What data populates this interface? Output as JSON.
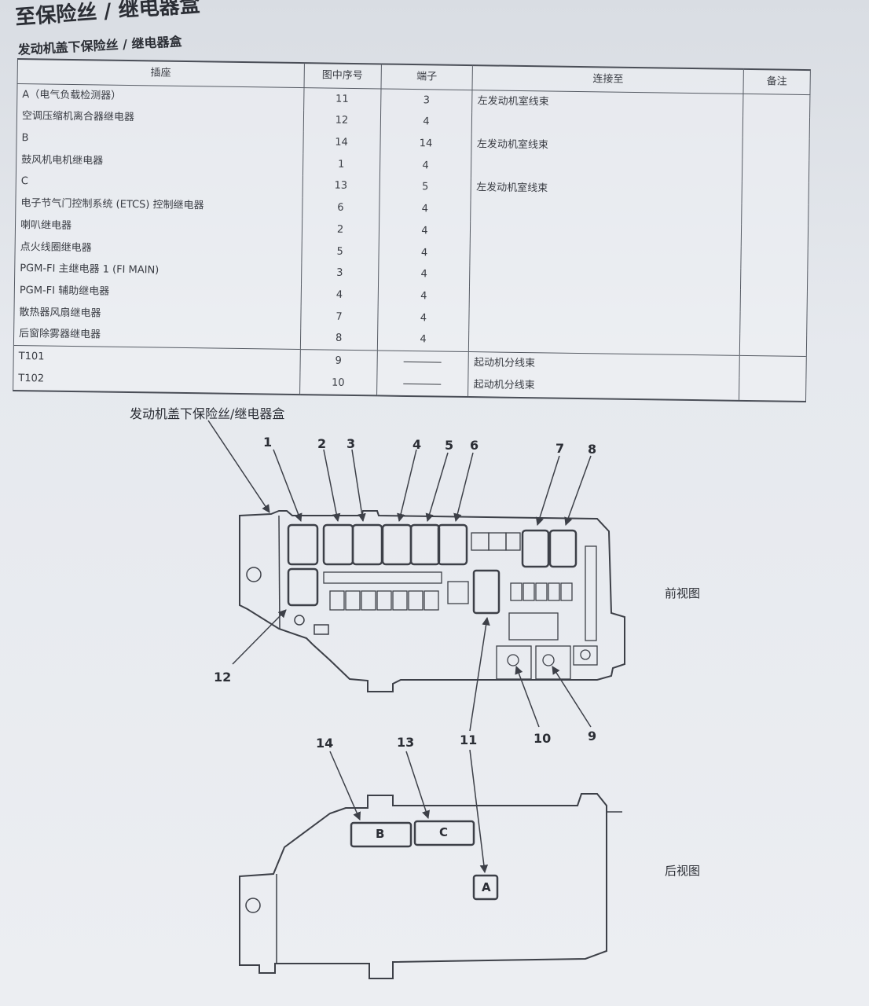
{
  "page": {
    "section_title": "至保险丝 / 继电器盒",
    "table_title": "发动机盖下保险丝 / 继电器盒"
  },
  "table": {
    "headers": {
      "connector": "插座",
      "index": "图中序号",
      "terminals": "端子",
      "connects_to": "连接至",
      "notes": "备注"
    },
    "rows": [
      {
        "connector": "A（电气负载检测器）",
        "index": "11",
        "terminals": "3",
        "connects_to": "左发动机室线束",
        "notes": ""
      },
      {
        "connector": "空调压缩机离合器继电器",
        "index": "12",
        "terminals": "4",
        "connects_to": "",
        "notes": ""
      },
      {
        "connector": "B",
        "index": "14",
        "terminals": "14",
        "connects_to": "左发动机室线束",
        "notes": ""
      },
      {
        "connector": "鼓风机电机继电器",
        "index": "1",
        "terminals": "4",
        "connects_to": "",
        "notes": ""
      },
      {
        "connector": "C",
        "index": "13",
        "terminals": "5",
        "connects_to": "左发动机室线束",
        "notes": ""
      },
      {
        "connector": "电子节气门控制系统 (ETCS) 控制继电器",
        "index": "6",
        "terminals": "4",
        "connects_to": "",
        "notes": ""
      },
      {
        "connector": "喇叭继电器",
        "index": "2",
        "terminals": "4",
        "connects_to": "",
        "notes": ""
      },
      {
        "connector": "点火线圈继电器",
        "index": "5",
        "terminals": "4",
        "connects_to": "",
        "notes": ""
      },
      {
        "connector": "PGM-FI 主继电器 1 (FI MAIN)",
        "index": "3",
        "terminals": "4",
        "connects_to": "",
        "notes": ""
      },
      {
        "connector": "PGM-FI 辅助继电器",
        "index": "4",
        "terminals": "4",
        "connects_to": "",
        "notes": ""
      },
      {
        "connector": "散热器风扇继电器",
        "index": "7",
        "terminals": "4",
        "connects_to": "",
        "notes": ""
      },
      {
        "connector": "后窗除雾器继电器",
        "index": "8",
        "terminals": "4",
        "connects_to": "",
        "notes": ""
      },
      {
        "connector": "T101",
        "index": "9",
        "terminals": "",
        "connects_to": "起动机分线束",
        "notes": ""
      },
      {
        "connector": "T102",
        "index": "10",
        "terminals": "",
        "connects_to": "起动机分线束",
        "notes": ""
      }
    ]
  },
  "diagram": {
    "box_label": "发动机盖下保险丝/继电器盒",
    "front_view_label": "前视图",
    "rear_view_label": "后视图",
    "callouts": [
      "1",
      "2",
      "3",
      "4",
      "5",
      "6",
      "7",
      "8",
      "9",
      "10",
      "11",
      "12",
      "13",
      "14"
    ],
    "connector_labels": [
      "A",
      "B",
      "C"
    ]
  }
}
